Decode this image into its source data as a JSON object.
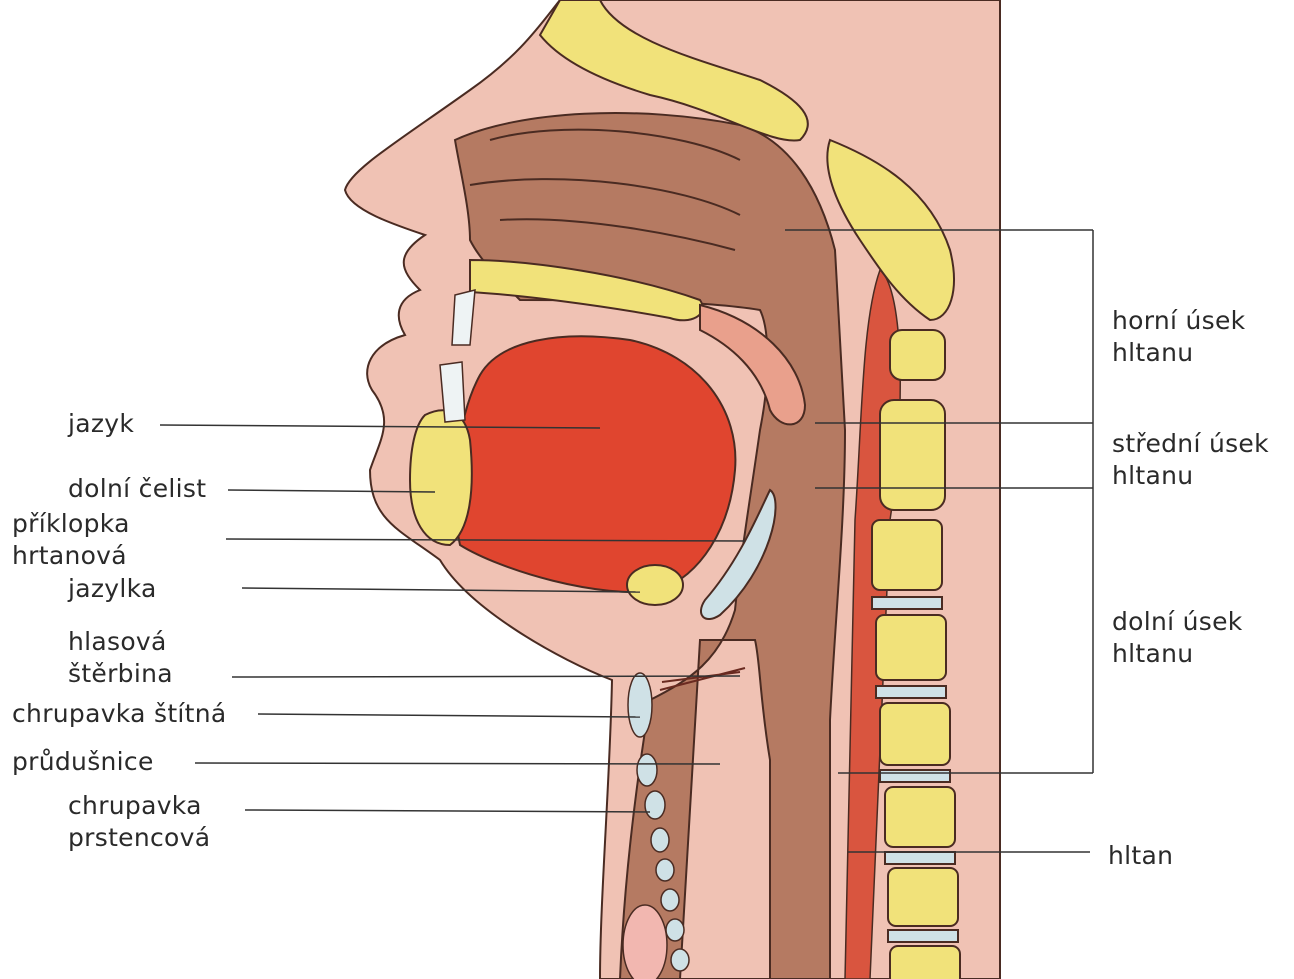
{
  "colors": {
    "background": "#ffffff",
    "yellow_bg": "#fbf46a",
    "skin": "#f0c2b4",
    "skin_outline": "#4a2b22",
    "cavity_brown": "#b57a62",
    "muscle_red": "#e0452f",
    "bone_yellow": "#f1e27a",
    "cartilage_blue": "#cfe1e6",
    "leader_line": "#333333"
  },
  "labels_left": [
    {
      "id": "jazyk",
      "text": "jazyk"
    },
    {
      "id": "dolni-celist",
      "text": "dolní čelist"
    },
    {
      "id": "priklopka",
      "text": "příklopka\nhrtanová"
    },
    {
      "id": "jazylka",
      "text": "jazylka"
    },
    {
      "id": "hlasova-sterbina",
      "text": "hlasová\nštěrbina"
    },
    {
      "id": "chrupavka-stitna",
      "text": "chrupavka štítná"
    },
    {
      "id": "prudusnice",
      "text": "průdušnice"
    },
    {
      "id": "chrupavka-prstencova",
      "text": "chrupavka\nprstencová"
    }
  ],
  "labels_right": [
    {
      "id": "horni-usek",
      "text": "horní úsek\nhltanu"
    },
    {
      "id": "stredni-usek",
      "text": "střední úsek\nhltanu"
    },
    {
      "id": "dolni-usek",
      "text": "dolní úsek\nhltanu"
    },
    {
      "id": "hltan",
      "text": "hltan"
    }
  ]
}
